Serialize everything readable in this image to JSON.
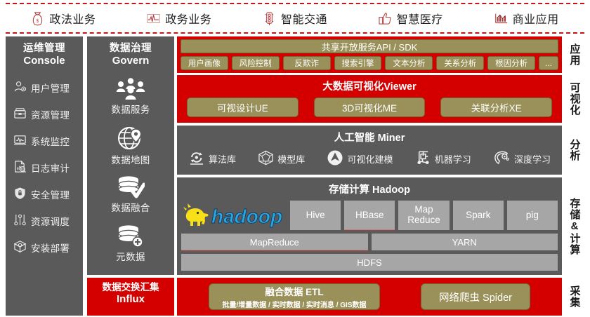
{
  "header": {
    "items": [
      {
        "icon": "money-bag-icon",
        "label": "政法业务"
      },
      {
        "icon": "pulse-chart-icon",
        "label": "政务业务"
      },
      {
        "icon": "traffic-light-icon",
        "label": "智能交通"
      },
      {
        "icon": "thumbs-up-icon",
        "label": "智慧医疗"
      },
      {
        "icon": "bar-chart-icon",
        "label": "商业应用"
      }
    ]
  },
  "console": {
    "title_cn": "运维管理",
    "title_en": "Console",
    "items": [
      {
        "icon": "user-管理-icon",
        "label": "用户管理"
      },
      {
        "icon": "resource-box-icon",
        "label": "资源管理"
      },
      {
        "icon": "monitor-chart-icon",
        "label": "系统监控"
      },
      {
        "icon": "log-audit-icon",
        "label": "日志审计"
      },
      {
        "icon": "shield-lock-icon",
        "label": "安全管理"
      },
      {
        "icon": "sliders-icon",
        "label": "资源调度"
      },
      {
        "icon": "package-deploy-icon",
        "label": "安装部署"
      }
    ]
  },
  "govern": {
    "title_cn": "数据治理",
    "title_en": "Govern",
    "items": [
      {
        "icon": "people-group-icon",
        "label": "数据服务"
      },
      {
        "icon": "globe-pin-icon",
        "label": "数据地图"
      },
      {
        "icon": "database-check-icon",
        "label": "数据融合"
      },
      {
        "icon": "database-plus-icon",
        "label": "元数据"
      }
    ]
  },
  "influx_sidebar": {
    "title_cn": "数据交换汇集",
    "title_en": "Influx"
  },
  "api": {
    "bar_label": "共享开放服务API / SDK",
    "chips": [
      "用户画像",
      "风险控制",
      "反欺诈",
      "搜索引擎",
      "文本分析",
      "关系分析",
      "根因分析"
    ],
    "more": "..."
  },
  "viewer": {
    "title": "大数据可视化Viewer",
    "buttons": [
      "可视设计UE",
      "3D可视化ME",
      "关联分析XE"
    ]
  },
  "miner": {
    "title": "人工智能 Miner",
    "items": [
      {
        "icon": "algorithm-cycle-icon",
        "label": "算法库"
      },
      {
        "icon": "model-cube-icon",
        "label": "模型库"
      },
      {
        "icon": "visual-modeling-icon",
        "label": "可视化建模"
      },
      {
        "icon": "machine-learning-icon",
        "label": "机器学习"
      },
      {
        "icon": "deep-learning-brain-icon",
        "label": "深度学习"
      }
    ]
  },
  "hadoop": {
    "title": "存储计算 Hadoop",
    "logo_text": "hadoop",
    "logo_icon": "hadoop-elephant-icon",
    "components": [
      "Hive",
      "HBase",
      "Map\nReduce",
      "Spark",
      "pig"
    ],
    "components_flat": [
      "Hive",
      "HBase",
      "Map Reduce",
      "Spark",
      "pig"
    ],
    "mapreduce": "MapReduce",
    "yarn": "YARN",
    "hdfs": "HDFS"
  },
  "influx_main": {
    "etl_title": "融合数据 ETL",
    "etl_sub": "批量/增量数据 / 实时数据 / 实时消息 / GIS数据",
    "spider": "网络爬虫 Spider"
  },
  "right_labels": [
    "应用",
    "可视化",
    "分析",
    "存储&计算",
    "采集"
  ],
  "colors": {
    "red": "#d40000",
    "gray": "#5a5a5a",
    "olive": "#9a9059",
    "light_gray": "#a6a6a6",
    "accent_header": "#c01718"
  }
}
